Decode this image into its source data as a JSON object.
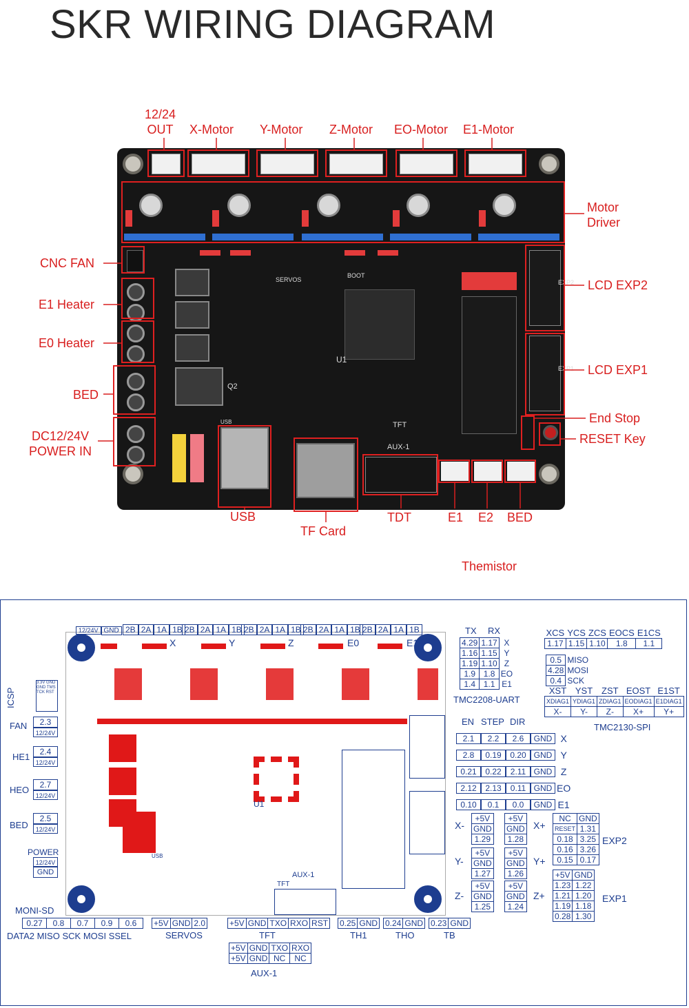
{
  "title": "SKR WIRING DIAGRAM",
  "photo_labels": {
    "out": "12/24\nOUT",
    "x_motor": "X-Motor",
    "y_motor": "Y-Motor",
    "z_motor": "Z-Motor",
    "e0_motor": "EO-Motor",
    "e1_motor": "E1-Motor",
    "motor_driver": "Motor\nDriver",
    "cnc_fan": "CNC FAN",
    "e1_heater": "E1 Heater",
    "e0_heater": "E0 Heater",
    "bed": "BED",
    "power_in": "DC12/24V\nPOWER IN",
    "lcd_exp2": "LCD EXP2",
    "lcd_exp1": "LCD EXP1",
    "end_stop": "End Stop",
    "reset_key": "RESET Key",
    "usb": "USB",
    "tf_card": "TF Card",
    "tdt": "TDT",
    "e1": "E1",
    "e2": "E2",
    "bed_therm": "BED",
    "themistor": "Themistor"
  },
  "board_silk": {
    "u1": "U1",
    "aux1": "AUX-1",
    "tft": "TFT",
    "servos": "SERVOS",
    "boot": "BOOT",
    "exp1": "EXP1",
    "exp2": "EXP2",
    "q2": "Q2",
    "usb": "USB"
  },
  "schematic": {
    "top_connectors": [
      {
        "pins": [
          "12/24V",
          "GND"
        ]
      },
      {
        "pins": [
          "2B",
          "2A",
          "1A",
          "1B"
        ],
        "axis": "X"
      },
      {
        "pins": [
          "2B",
          "2A",
          "1A",
          "1B"
        ],
        "axis": "Y"
      },
      {
        "pins": [
          "2B",
          "2A",
          "1A",
          "1B"
        ],
        "axis": "Z"
      },
      {
        "pins": [
          "2B",
          "2A",
          "1A",
          "1B"
        ],
        "axis": "E0"
      },
      {
        "pins": [
          "2B",
          "2A",
          "1A",
          "1B"
        ],
        "axis": "E1"
      }
    ],
    "uart": {
      "headers": [
        "TX",
        "RX"
      ],
      "rows": [
        {
          "tx": "4.29",
          "rx": "1.17",
          "axis": "X"
        },
        {
          "tx": "1.16",
          "rx": "1.15",
          "axis": "Y"
        },
        {
          "tx": "1.19",
          "rx": "1.10",
          "axis": "Z"
        },
        {
          "tx": "1.9",
          "rx": "1.8",
          "axis": "EO"
        },
        {
          "tx": "1.4",
          "rx": "1.1",
          "axis": "E1"
        }
      ],
      "caption": "TMC2208-UART"
    },
    "spi": {
      "cs_headers": [
        "XCS",
        "YCS",
        "ZCS",
        "EOCS",
        "E1CS"
      ],
      "cs_values": [
        "1.17",
        "1.15",
        "1.10",
        "1.8",
        "1.1"
      ],
      "bus": [
        {
          "pin": "0.5",
          "name": "MISO"
        },
        {
          "pin": "4.28",
          "name": "MOSI"
        },
        {
          "pin": "0.4",
          "name": "SCK"
        }
      ],
      "st_headers": [
        "XST",
        "YST",
        "ZST",
        "EOST",
        "E1ST"
      ],
      "diag": [
        "XDIAG1",
        "YDIAG1",
        "ZDIAG1",
        "EODIAG1",
        "E1DIAG1"
      ],
      "dirs": [
        "X-",
        "Y-",
        "Z-",
        "X+",
        "Y+"
      ],
      "caption": "TMC2130-SPI"
    },
    "driver_pins": {
      "headers": [
        "EN",
        "STEP",
        "DIR"
      ],
      "rows": [
        {
          "en": "2.1",
          "step": "2.2",
          "dir": "2.6",
          "gnd": "GND",
          "axis": "X"
        },
        {
          "en": "2.8",
          "step": "0.19",
          "dir": "0.20",
          "gnd": "GND",
          "axis": "Y"
        },
        {
          "en": "0.21",
          "step": "0.22",
          "dir": "2.11",
          "gnd": "GND",
          "axis": "Z"
        },
        {
          "en": "2.12",
          "step": "2.13",
          "dir": "0.11",
          "gnd": "GND",
          "axis": "EO"
        },
        {
          "en": "0.10",
          "step": "0.1",
          "dir": "0.0",
          "gnd": "GND",
          "axis": "E1"
        }
      ]
    },
    "left_labels": [
      {
        "name": "ICSP",
        "pins": [
          "3.3V",
          "GND",
          "GND",
          "TMS",
          "TCK",
          "RST"
        ]
      },
      {
        "name": "FAN",
        "pin": "2.3",
        "volt": "12/24V"
      },
      {
        "name": "HE1",
        "pin": "2.4",
        "volt": "12/24V"
      },
      {
        "name": "HEO",
        "pin": "2.7",
        "volt": "12/24V"
      },
      {
        "name": "BED",
        "pin": "2.5",
        "volt": "12/24V"
      },
      {
        "name": "POWER",
        "pin": "12/24V",
        "volt": "GND"
      }
    ],
    "endstops": [
      {
        "left": "X-",
        "right": "X+",
        "l_pins": [
          "+5V",
          "GND",
          "1.29"
        ],
        "r_pins": [
          "+5V",
          "GND",
          "1.28"
        ]
      },
      {
        "left": "Y-",
        "right": "Y+",
        "l_pins": [
          "+5V",
          "GND",
          "1.27"
        ],
        "r_pins": [
          "+5V",
          "GND",
          "1.26"
        ]
      },
      {
        "left": "Z-",
        "right": "Z+",
        "l_pins": [
          "+5V",
          "GND",
          "1.25"
        ],
        "r_pins": [
          "+5V",
          "GND",
          "1.24"
        ]
      }
    ],
    "exp2": {
      "label": "EXP2",
      "rows": [
        [
          "NC",
          "GND"
        ],
        [
          "RESET",
          "1.31"
        ],
        [
          "0.18",
          "3.25"
        ],
        [
          "0.16",
          "3.26"
        ],
        [
          "0.15",
          "0.17"
        ]
      ]
    },
    "exp1": {
      "label": "EXP1",
      "rows": [
        [
          "+5V",
          "GND"
        ],
        [
          "1.23",
          "1.22"
        ],
        [
          "1.21",
          "1.20"
        ],
        [
          "1.19",
          "1.18"
        ],
        [
          "0.28",
          "1.30"
        ]
      ]
    },
    "moni_sd": {
      "label": "MONI-SD",
      "pins": [
        "0.27",
        "0.8",
        "0.7",
        "0.9",
        "0.6"
      ],
      "names": [
        "DATA2",
        "MISO",
        "SCK",
        "MOSI",
        "SSEL"
      ]
    },
    "servos": {
      "label": "SERVOS",
      "pins": [
        "+5V",
        "GND",
        "2.0"
      ]
    },
    "tft": {
      "label": "TFT",
      "pins": [
        "+5V",
        "GND",
        "TXO",
        "RXO",
        "RST"
      ]
    },
    "th1": {
      "label": "TH1",
      "pins": [
        "0.25",
        "GND"
      ]
    },
    "th0": {
      "label": "THO",
      "pins": [
        "0.24",
        "GND"
      ]
    },
    "tb": {
      "label": "TB",
      "pins": [
        "0.23",
        "GND"
      ]
    },
    "aux1": {
      "label": "AUX-1",
      "rows": [
        [
          "+5V",
          "GND",
          "TXO",
          "RXO"
        ],
        [
          "+5V",
          "GND",
          "NC",
          "NC"
        ]
      ]
    },
    "board_silk": {
      "u1": "U1",
      "aux1": "AUX-1",
      "tft": "TFT",
      "icsp": "ICSP",
      "exp1": "EXP1",
      "exp2": "EXP2",
      "usb": "USB"
    }
  }
}
